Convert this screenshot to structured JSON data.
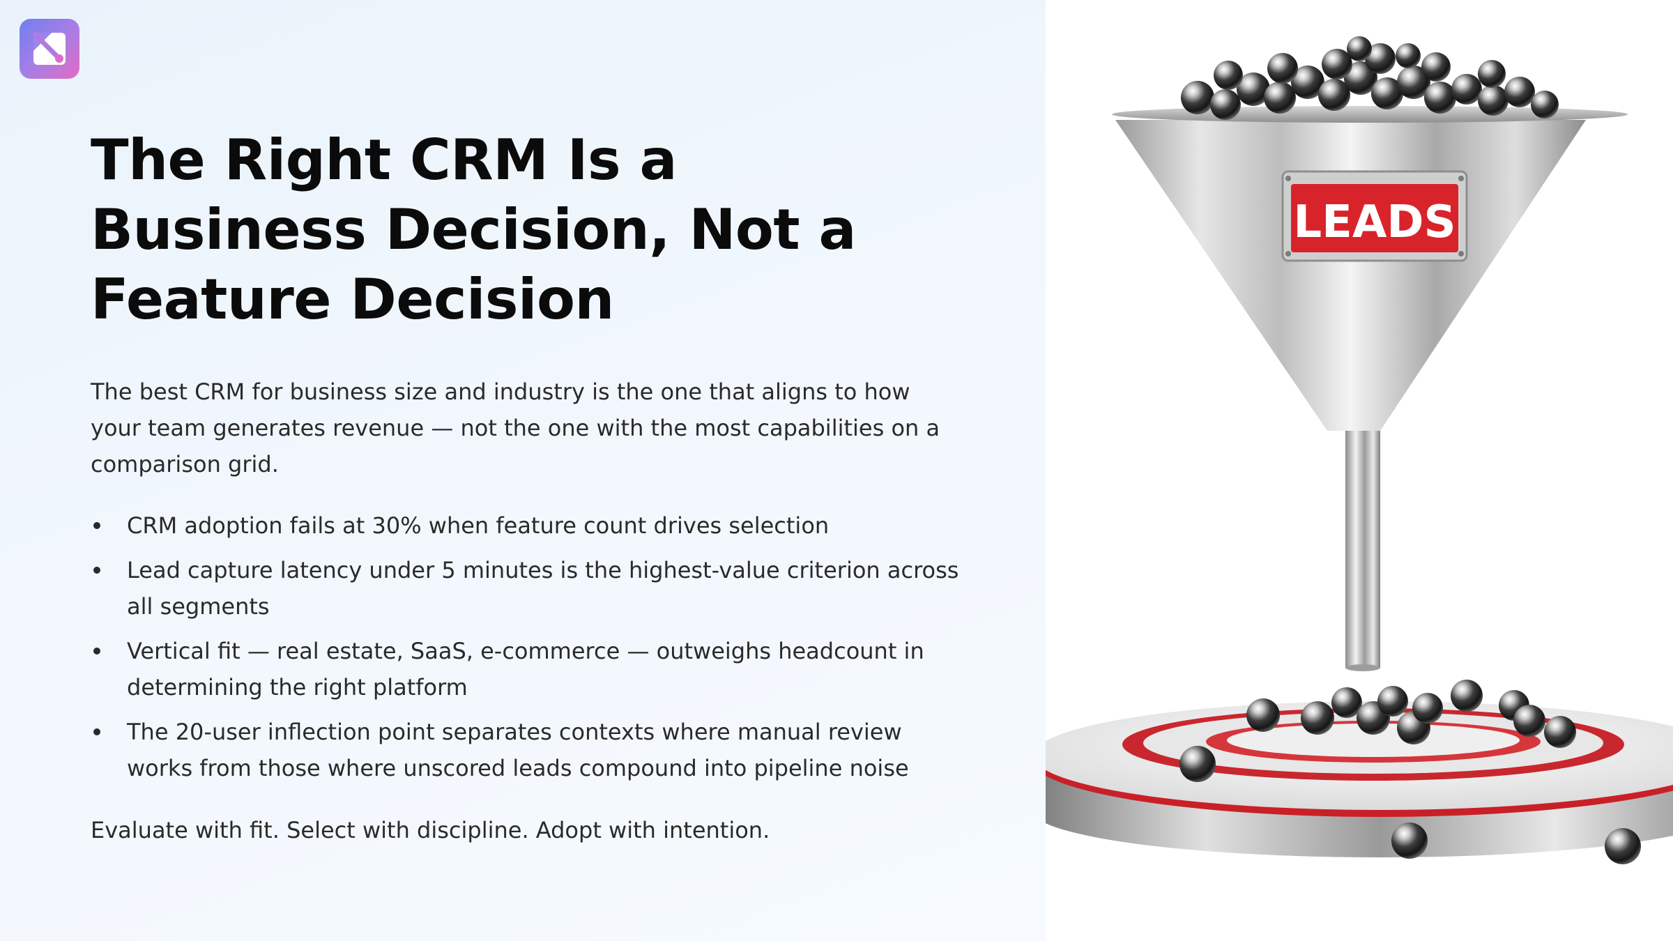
{
  "slide": {
    "title": "The Right CRM Is a Business Decision, Not a Feature Decision",
    "lead": "The best CRM for business size and industry is the one that aligns to how your team generates revenue — not the one with the most capabilities on a comparison grid.",
    "bullets": [
      "CRM adoption fails at 30% when feature count drives selection",
      "Lead capture latency under 5 minutes is the highest-value criterion across all segments",
      "Vertical fit — real estate, SaaS, e-commerce — outweighs headcount in determining the right platform",
      "The 20-user inflection point separates contexts where manual review works from those where unscored leads compound into pipeline noise"
    ],
    "closing": "Evaluate with fit. Select with discipline. Adopt with intention."
  },
  "illustration": {
    "funnel_label": "LEADS",
    "icon": "funnel-with-balls-illustration",
    "label_color": "#d9232b"
  },
  "brand": {
    "icon": "app-logo-icon",
    "gradient": [
      "#6f7ff0",
      "#e26bc3"
    ]
  }
}
